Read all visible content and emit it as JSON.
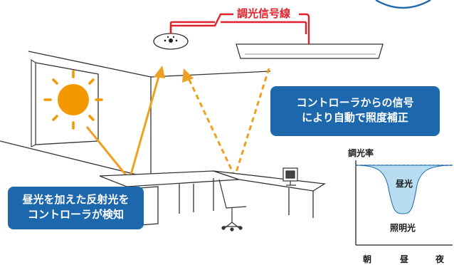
{
  "labels": {
    "dimming_wire": "調光信号線",
    "auto_correction": [
      "コントローラからの信号",
      "により自動で照度補正"
    ],
    "detection": [
      "昼光を加えた反射光を",
      "コントローラが検知"
    ]
  },
  "graph": {
    "y_label": "調光率",
    "daylight_label": "昼光",
    "lighting_label": "照明光",
    "x_ticks": [
      "朝",
      "昼",
      "夜"
    ]
  },
  "colors": {
    "callout_blue": "#1d67ad",
    "signal_red": "#e0202a",
    "reflect_orange": "#f0a020",
    "sun_orange": "#f39800",
    "daylight_fill": "#b8dcf2"
  }
}
